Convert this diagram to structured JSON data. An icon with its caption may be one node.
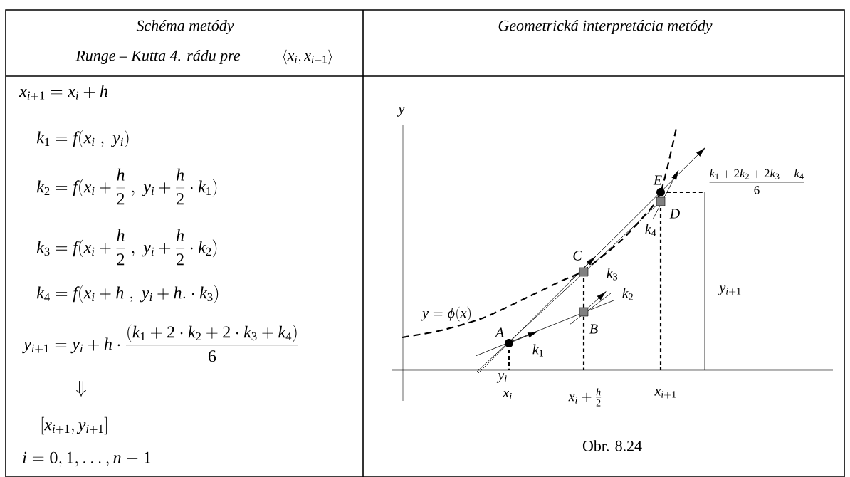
{
  "diagram": {
    "caption": "Obr. 8.24",
    "labels": [
      "Schéma metódy",
      "Runge – Kutta 4. rádu pre",
      "\\left\\langle x_i , x_{i+1} \\right\\rangle",
      "Geometrická interpretácia metódy",
      "x_{i+1} = x_i + h",
      "k_1 = f(x_i \\;,\\; y_i)",
      "k_2 = f(x_i + \\frac{h}{2} \\;,\\; y_i + \\frac{h}{2}\\cdot k_1)",
      "k_3 = f(x_i + \\frac{h}{2} \\;,\\; y_i + \\frac{h}{2}\\cdot k_2)",
      "k_4 = f(x_i + h \\;,\\; y_i + h.\\cdot k_3)",
      "y_{i+1} = y_i + h\\cdot\\frac{(k_1+2\\cdot k_2+2\\cdot k_3+k_4)}{6}",
      "\\Downarrow",
      "[x_{i+1}, y_{i+1}]",
      "i=0,1,\\ldots,n-1",
      "y",
      "\\frac{k_1+2k_2+2k_3+k_4}{6}",
      "E",
      "D",
      "k_4",
      "C",
      "k_3",
      "k_2",
      "y_{i+1}",
      "y=\\varphi(x)",
      "A",
      "B",
      "k_1",
      "y_i",
      "x_i",
      "x_i + \\frac{h}{2}",
      "x_{i+1}"
    ]
  }
}
